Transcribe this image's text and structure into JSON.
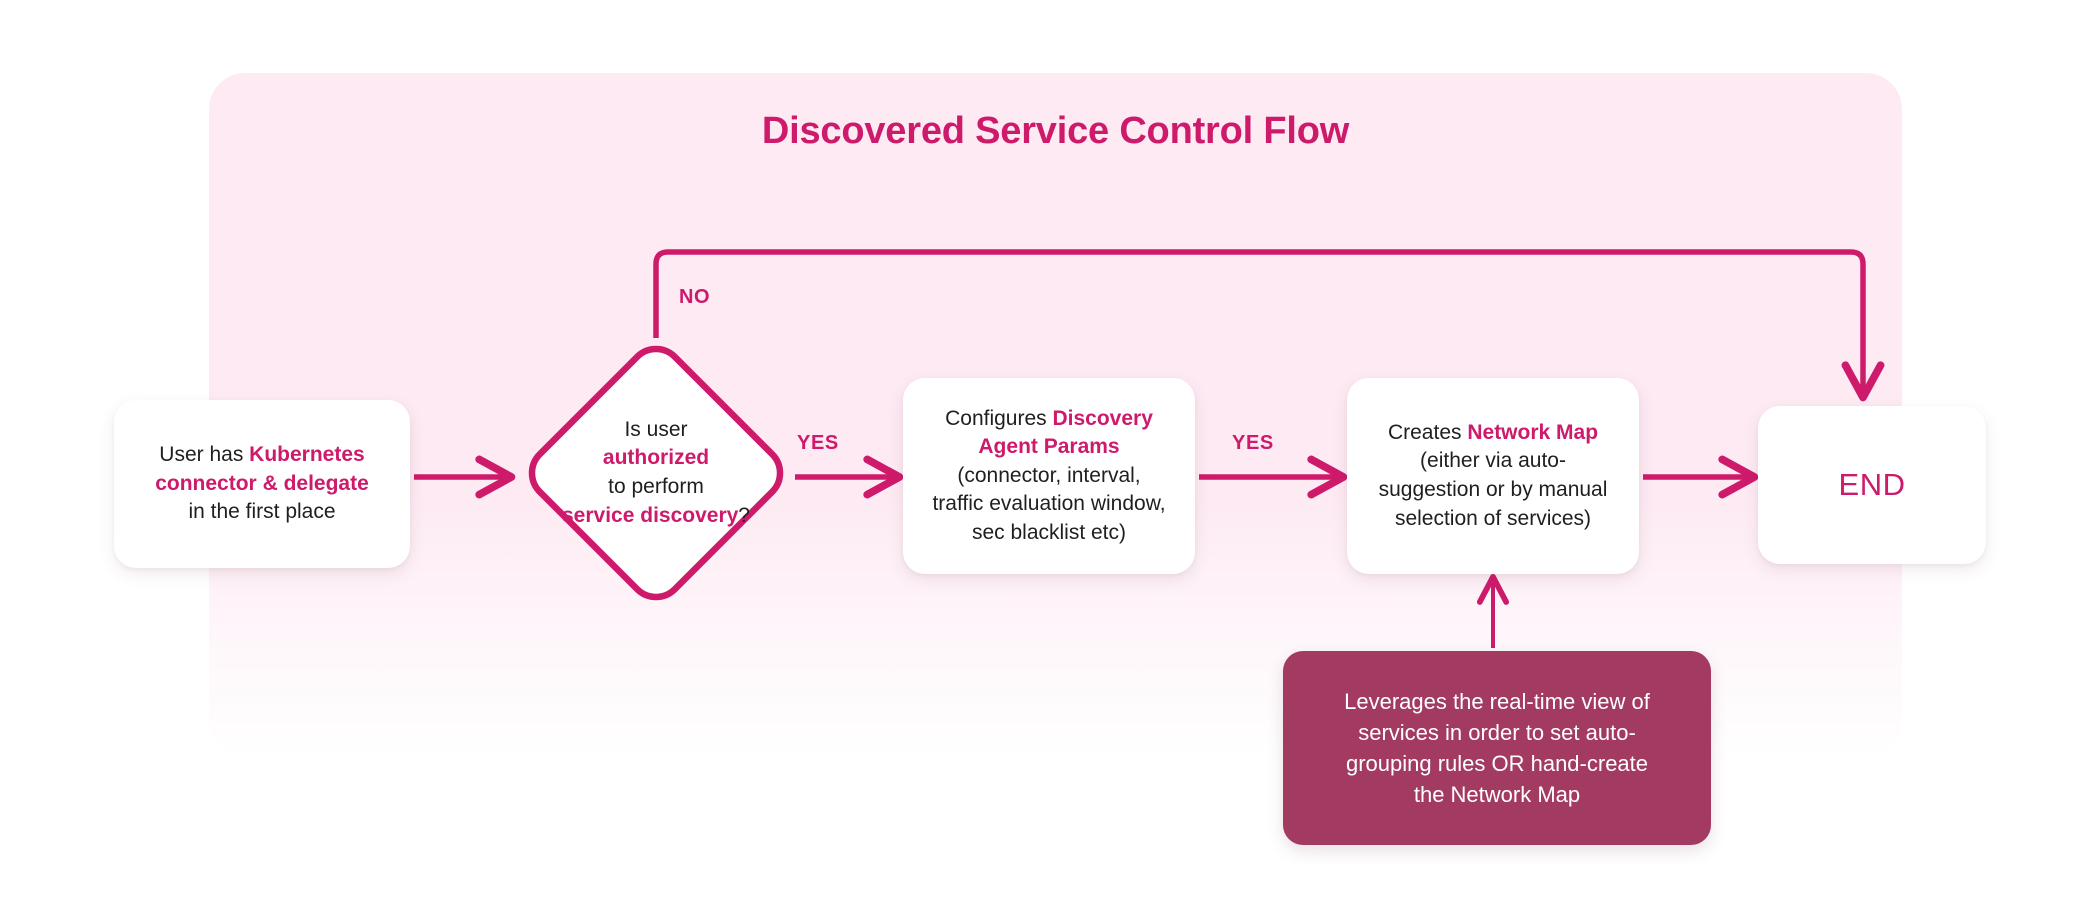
{
  "diagram": {
    "title": "Discovered Service Control Flow",
    "accent_color": "#ce1a6b",
    "panel_color": "#fdeaf3",
    "note_color": "#a23a62",
    "background_color": "#ffffff"
  },
  "nodes": {
    "start": {
      "type": "process",
      "line1_plain": "User has ",
      "line1_highlight": "Kubernetes",
      "line2_highlight": "connector & delegate",
      "line3_plain": "in the first place"
    },
    "decision": {
      "type": "decision",
      "line1": "Is user",
      "line2_highlight": "authorized",
      "line3": "to perform",
      "line4_highlight": "service discovery",
      "line4_suffix": "?"
    },
    "configure": {
      "type": "process",
      "line1_plain": "Configures ",
      "line1_highlight": "Discovery",
      "line2_highlight": "Agent Params",
      "line3": "(connector, interval,",
      "line4": "traffic evaluation window,",
      "line5": "sec blacklist etc)"
    },
    "networkmap": {
      "type": "process",
      "line1_plain": "Creates ",
      "line1_highlight": "Network Map",
      "line2": "(either via auto-",
      "line3": "suggestion or by manual",
      "line4": "selection of services)"
    },
    "end": {
      "type": "terminator",
      "label": "END"
    },
    "note": {
      "type": "annotation",
      "line1": "Leverages the real-time view of",
      "line2": "services in order to set auto-",
      "line3": "grouping rules OR hand-create",
      "line4": "the Network Map"
    }
  },
  "edges": [
    {
      "id": "start-to-decision",
      "from": "start",
      "to": "decision",
      "label": ""
    },
    {
      "id": "decision-no",
      "from": "decision",
      "to": "end",
      "label": "NO"
    },
    {
      "id": "decision-yes",
      "from": "decision",
      "to": "configure",
      "label": "YES"
    },
    {
      "id": "configure-to-networkmap",
      "from": "configure",
      "to": "networkmap",
      "label": "YES"
    },
    {
      "id": "networkmap-to-end",
      "from": "networkmap",
      "to": "end",
      "label": ""
    },
    {
      "id": "note-to-networkmap",
      "from": "note",
      "to": "networkmap",
      "label": ""
    }
  ],
  "labels": {
    "no": "NO",
    "yes_1": "YES",
    "yes_2": "YES"
  }
}
